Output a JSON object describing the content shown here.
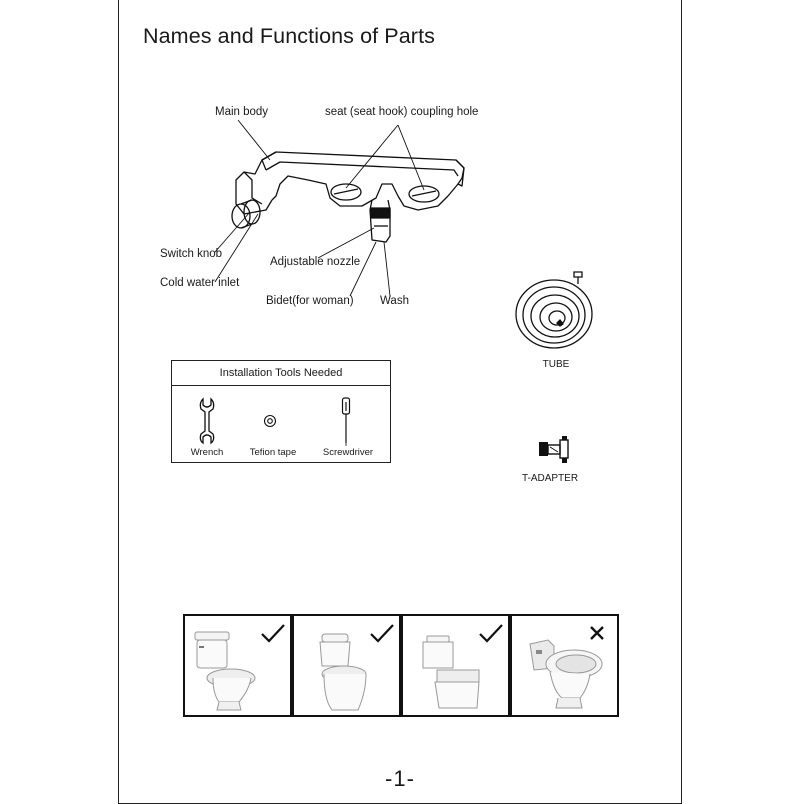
{
  "title": "Names and Functions of Parts",
  "parts": {
    "main_body": "Main body",
    "coupling_hole": "seat (seat hook) coupling hole",
    "switch_knob": "Switch knob",
    "cold_water_inlet": "Cold water inlet",
    "adjustable_nozzle": "Adjustable nozzle",
    "bidet": "Bidet(for woman)",
    "wash": "Wash"
  },
  "accessories": {
    "tube": "TUBE",
    "t_adapter": "T-ADAPTER"
  },
  "tools": {
    "heading": "Installation Tools Needed",
    "items": [
      "Wrench",
      "Tefion tape",
      "Screwdriver"
    ]
  },
  "compatibility": [
    {
      "type": "two-piece elongated toilet",
      "mark": "check",
      "compatible": true
    },
    {
      "type": "one-piece rounded toilet",
      "mark": "check",
      "compatible": true
    },
    {
      "type": "one-piece square toilet",
      "mark": "check",
      "compatible": true
    },
    {
      "type": "integrated seat toilet",
      "mark": "cross",
      "compatible": false
    }
  ],
  "page_number": "-1-"
}
